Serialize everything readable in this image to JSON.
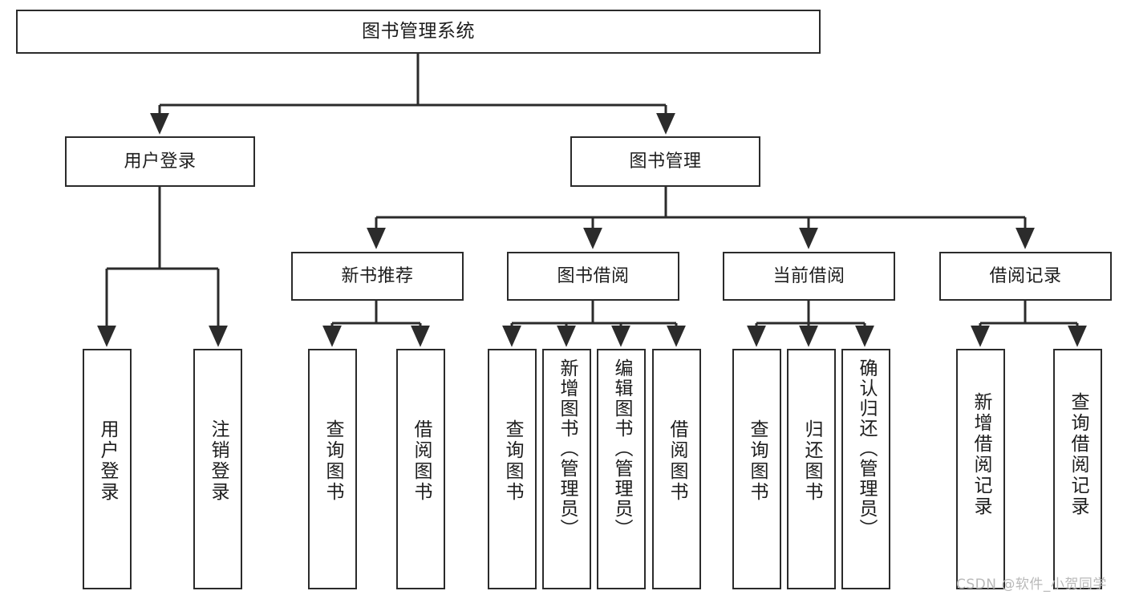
{
  "diagram": {
    "title": "图书管理系统",
    "type": "tree",
    "colors": {
      "stroke": "#2b2b2b",
      "fill": "#ffffff",
      "text": "#1d1d1d",
      "watermark": "#b9b9b9"
    },
    "watermark": "CSDN @软件_小贺同学",
    "nodes": {
      "root": "图书管理系统",
      "user_login": "用户登录",
      "book_manage": "图书管理",
      "new_book_rec": "新书推荐",
      "book_borrow": "图书借阅",
      "current_borrow": "当前借阅",
      "borrow_record": "借阅记录",
      "leaf_user_login": "用户登录",
      "leaf_user_logout": "注销登录",
      "leaf_rec_query": "查询图书",
      "leaf_rec_borrow": "借阅图书",
      "leaf_borrow_query": "查询图书",
      "leaf_borrow_add": "新增图书（管理员）",
      "leaf_borrow_edit": "编辑图书（管理员）",
      "leaf_borrow_lend": "借阅图书",
      "leaf_cur_query": "查询图书",
      "leaf_cur_return": "归还图书",
      "leaf_cur_confirm": "确认归还（管理员）",
      "leaf_rec_add": "新增借阅记录",
      "leaf_rec_search": "查询借阅记录"
    },
    "edges": [
      {
        "from": "root",
        "to": "user_login"
      },
      {
        "from": "root",
        "to": "book_manage"
      },
      {
        "from": "user_login",
        "to": "leaf_user_login"
      },
      {
        "from": "user_login",
        "to": "leaf_user_logout"
      },
      {
        "from": "book_manage",
        "to": "new_book_rec"
      },
      {
        "from": "book_manage",
        "to": "book_borrow"
      },
      {
        "from": "book_manage",
        "to": "current_borrow"
      },
      {
        "from": "book_manage",
        "to": "borrow_record"
      },
      {
        "from": "new_book_rec",
        "to": "leaf_rec_query"
      },
      {
        "from": "new_book_rec",
        "to": "leaf_rec_borrow"
      },
      {
        "from": "book_borrow",
        "to": "leaf_borrow_query"
      },
      {
        "from": "book_borrow",
        "to": "leaf_borrow_add"
      },
      {
        "from": "book_borrow",
        "to": "leaf_borrow_edit"
      },
      {
        "from": "book_borrow",
        "to": "leaf_borrow_lend"
      },
      {
        "from": "current_borrow",
        "to": "leaf_cur_query"
      },
      {
        "from": "current_borrow",
        "to": "leaf_cur_return"
      },
      {
        "from": "current_borrow",
        "to": "leaf_cur_confirm"
      },
      {
        "from": "borrow_record",
        "to": "leaf_rec_add"
      },
      {
        "from": "borrow_record",
        "to": "leaf_rec_search"
      }
    ]
  }
}
